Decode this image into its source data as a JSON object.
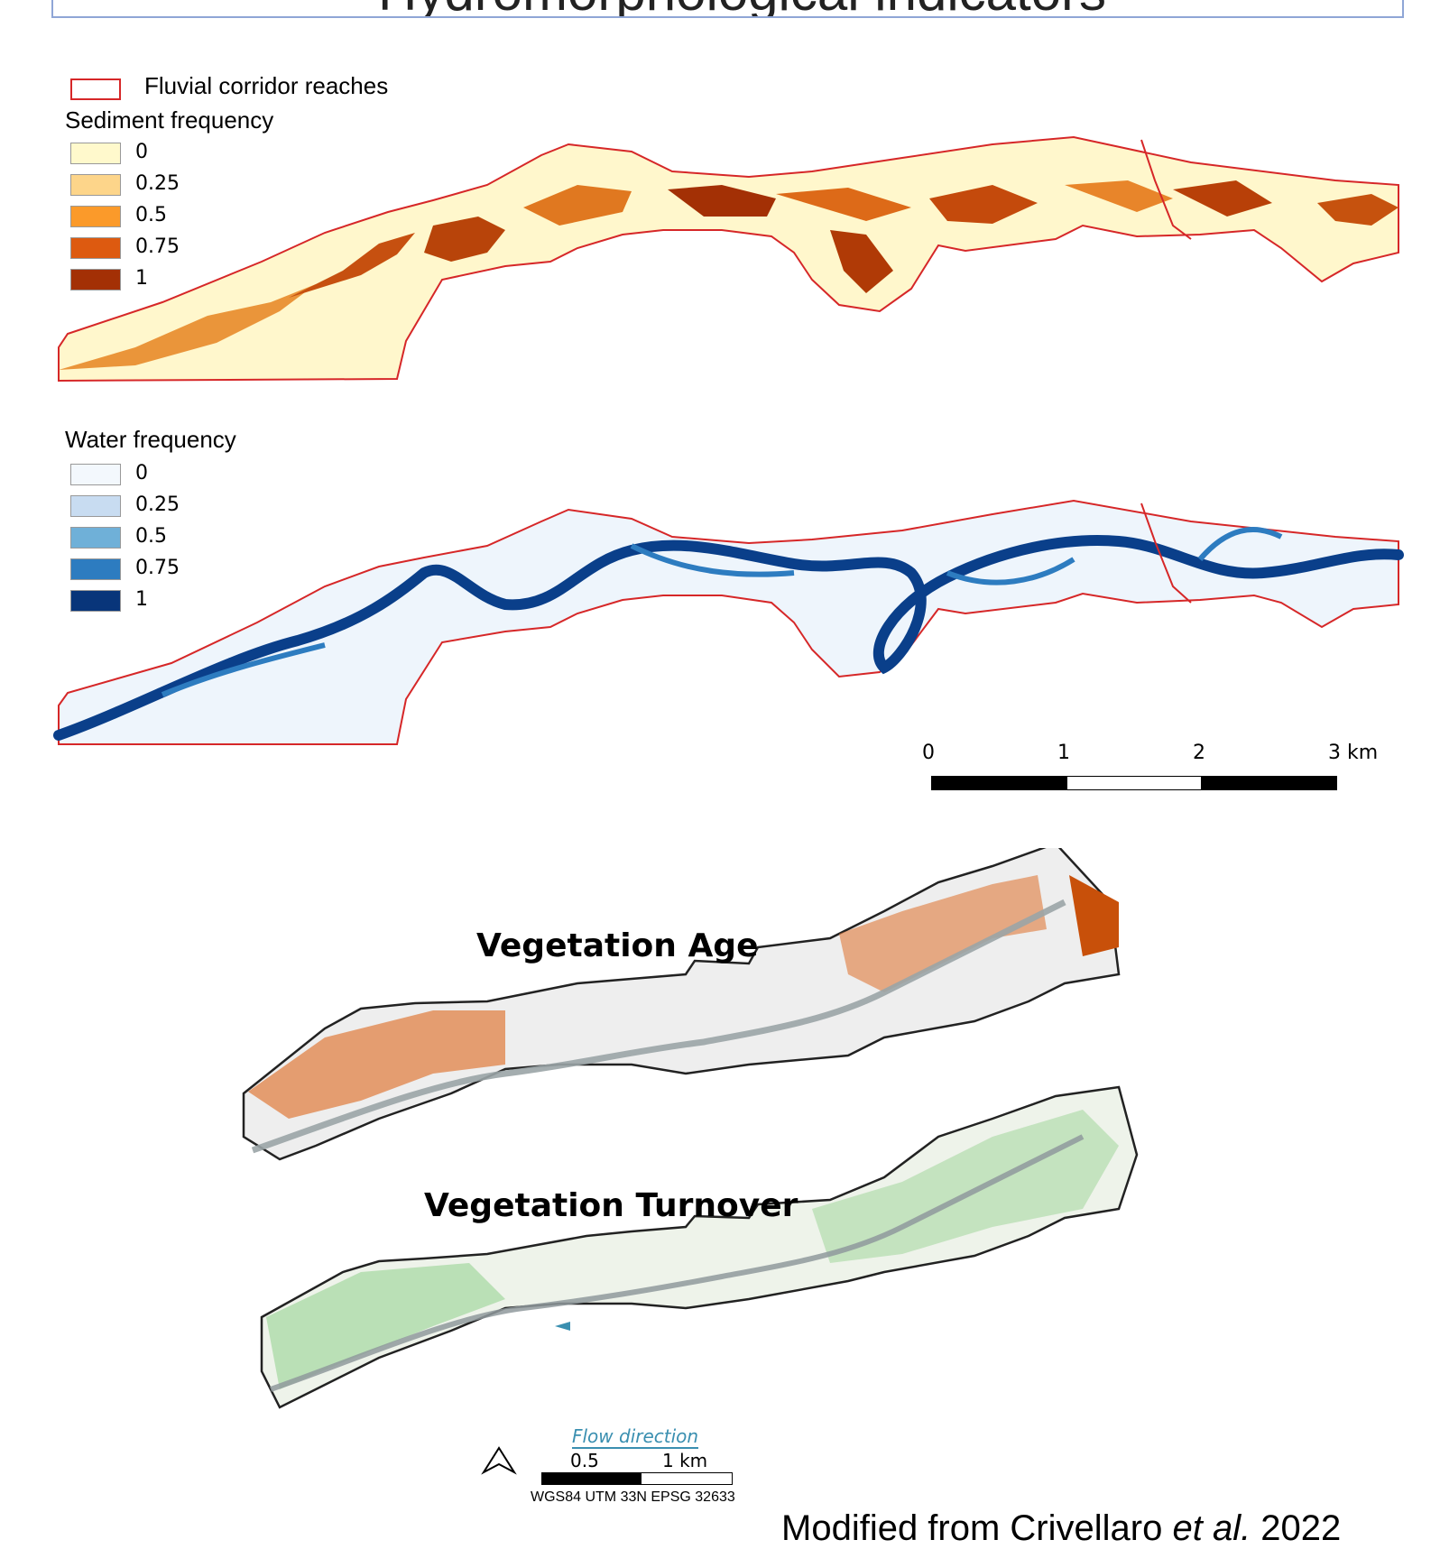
{
  "header": {
    "title": "Hydromorphological indicators"
  },
  "corridor_legend": {
    "label": "Fluvial corridor reaches",
    "stroke_color": "#d62728"
  },
  "sediment_legend": {
    "heading": "Sediment frequency",
    "items": [
      {
        "label": "0",
        "color": "#fff9cc"
      },
      {
        "label": "0.25",
        "color": "#fdd58a"
      },
      {
        "label": "0.5",
        "color": "#fb9a2a"
      },
      {
        "label": "0.75",
        "color": "#dd5a10"
      },
      {
        "label": "1",
        "color": "#a33005"
      }
    ]
  },
  "water_legend": {
    "heading": "Water frequency",
    "items": [
      {
        "label": "0",
        "color": "#f3f8fd"
      },
      {
        "label": "0.25",
        "color": "#c8dcf1"
      },
      {
        "label": "0.5",
        "color": "#6fb0d8"
      },
      {
        "label": "0.75",
        "color": "#2d7cc0"
      },
      {
        "label": "1",
        "color": "#08357a"
      }
    ]
  },
  "scalebar_top": {
    "ticks": [
      "0",
      "1",
      "2",
      "3 km"
    ]
  },
  "vegetation": {
    "age_title": "Vegetation Age",
    "turnover_title": "Vegetation Turnover",
    "flow_direction": "Flow direction",
    "scale_labels": [
      "0.5",
      "1 km"
    ],
    "projection": "WGS84 UTM 33N EPSG 32633"
  },
  "credit": {
    "prefix": "Modified from Crivellaro ",
    "italic": "et al.",
    "suffix": " 2022"
  }
}
